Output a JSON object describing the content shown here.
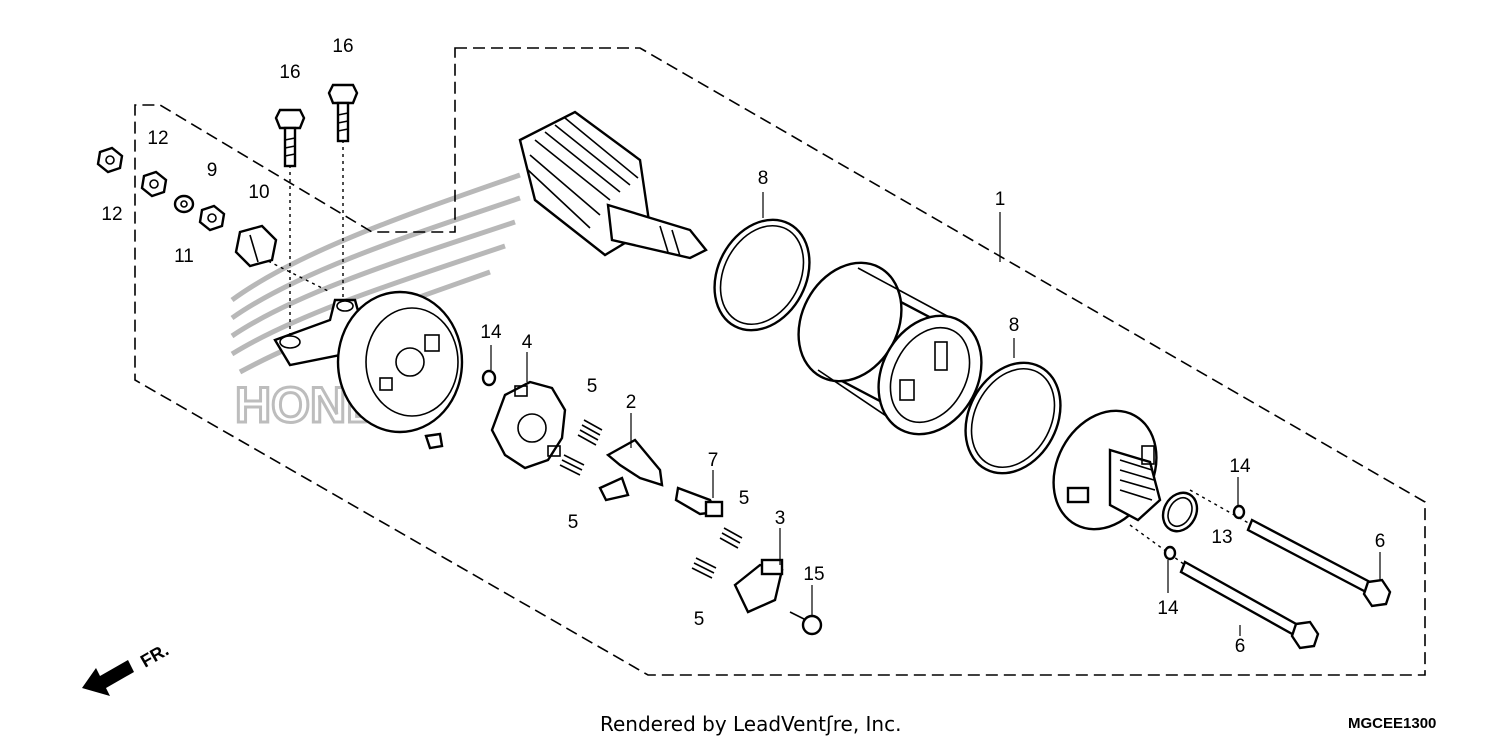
{
  "footer": {
    "credit": "Rendered by LeadVentʃre, Inc.",
    "code": "MGCEE1300"
  },
  "front_marker": "FR.",
  "callouts": [
    "16",
    "16",
    "12",
    "12",
    "9",
    "10",
    "11",
    "14",
    "4",
    "5",
    "2",
    "5",
    "7",
    "5",
    "3",
    "5",
    "15",
    "8",
    "1",
    "8",
    "14",
    "13",
    "6",
    "14",
    "6"
  ]
}
